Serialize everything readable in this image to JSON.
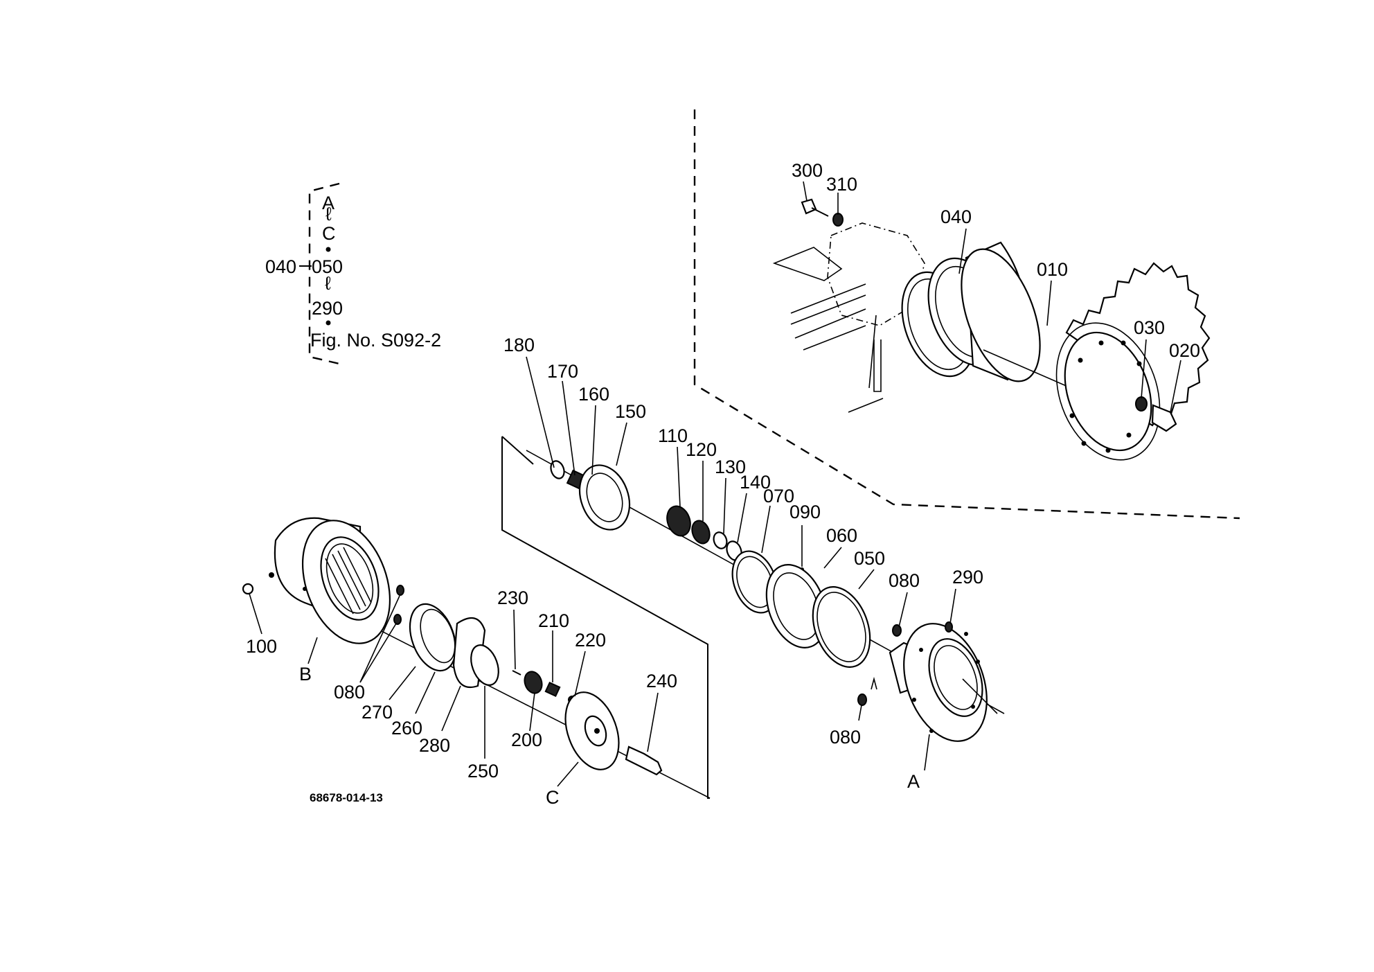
{
  "legend": {
    "line1": "A",
    "line2": "C",
    "prefix": "040",
    "line3": "050",
    "line4": "290",
    "figure": "Fig. No. S092-2"
  },
  "callouts": {
    "c300": "300",
    "c310": "310",
    "c040": "040",
    "c010": "010",
    "c030": "030",
    "c020": "020",
    "c180": "180",
    "c170": "170",
    "c160": "160",
    "c150": "150",
    "c110": "110",
    "c120": "120",
    "c130": "130",
    "c140": "140",
    "c070": "070",
    "c090": "090",
    "c060": "060",
    "c050": "050",
    "c080a": "080",
    "c290": "290",
    "c080b": "080",
    "c100": "100",
    "cB": "B",
    "c080c": "080",
    "c270": "270",
    "c260": "260",
    "c280": "280",
    "c250": "250",
    "c230": "230",
    "c210": "210",
    "c220": "220",
    "c200": "200",
    "c240": "240",
    "cC": "C",
    "cA": "A"
  },
  "drawing_number": "68678-014-13"
}
